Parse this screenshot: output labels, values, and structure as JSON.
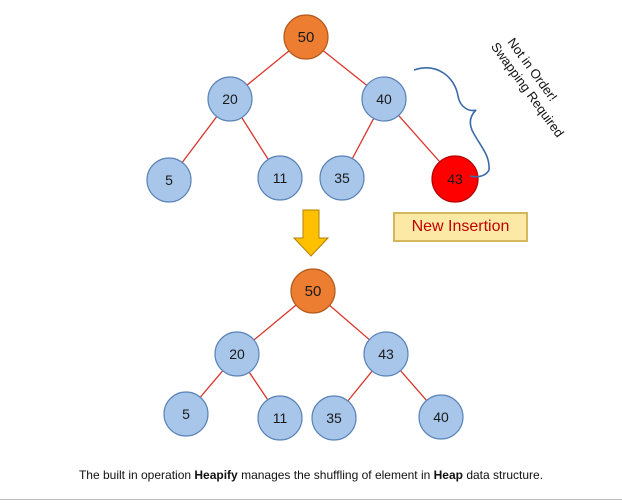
{
  "colors": {
    "node_default_fill": "#a7c6ea",
    "node_default_stroke": "#5c84b8",
    "root_fill": "#ed7d31",
    "root_stroke": "#b25a1e",
    "inserted_fill": "#ff0000",
    "inserted_stroke": "#b00000",
    "edge": "#d9342b",
    "arrow_fill": "#ffc000",
    "arrow_stroke": "#b08000",
    "brace": "#3a6aa8",
    "insertion_text": "#c00000",
    "insertion_bg": "#fde9a6"
  },
  "tree_before": {
    "nodes": [
      {
        "id": "b50",
        "label": "50",
        "kind": "root"
      },
      {
        "id": "b20",
        "label": "20",
        "kind": "default"
      },
      {
        "id": "b40",
        "label": "40",
        "kind": "default"
      },
      {
        "id": "b5",
        "label": "5",
        "kind": "default"
      },
      {
        "id": "b11",
        "label": "11",
        "kind": "default"
      },
      {
        "id": "b35",
        "label": "35",
        "kind": "default"
      },
      {
        "id": "b43",
        "label": "43",
        "kind": "inserted"
      }
    ],
    "edges": [
      [
        "b50",
        "b20"
      ],
      [
        "b50",
        "b40"
      ],
      [
        "b20",
        "b5"
      ],
      [
        "b20",
        "b11"
      ],
      [
        "b40",
        "b35"
      ],
      [
        "b40",
        "b43"
      ]
    ]
  },
  "tree_after": {
    "nodes": [
      {
        "id": "a50",
        "label": "50",
        "kind": "root"
      },
      {
        "id": "a20",
        "label": "20",
        "kind": "default"
      },
      {
        "id": "a43",
        "label": "43",
        "kind": "default"
      },
      {
        "id": "a5",
        "label": "5",
        "kind": "default"
      },
      {
        "id": "a11",
        "label": "11",
        "kind": "default"
      },
      {
        "id": "a35",
        "label": "35",
        "kind": "default"
      },
      {
        "id": "a40",
        "label": "40",
        "kind": "default"
      }
    ],
    "edges": [
      [
        "a50",
        "a20"
      ],
      [
        "a50",
        "a43"
      ],
      [
        "a20",
        "a5"
      ],
      [
        "a20",
        "a11"
      ],
      [
        "a43",
        "a35"
      ],
      [
        "a43",
        "a40"
      ]
    ]
  },
  "annotation": {
    "line1": "Not in Order!",
    "line2": "Swapping Required"
  },
  "insertion_label": "New Insertion",
  "caption": {
    "part1": "The built in operation ",
    "bold1": "Heapify",
    "part2": " manages the shuffling of element in ",
    "bold2": "Heap",
    "part3": " data structure."
  }
}
